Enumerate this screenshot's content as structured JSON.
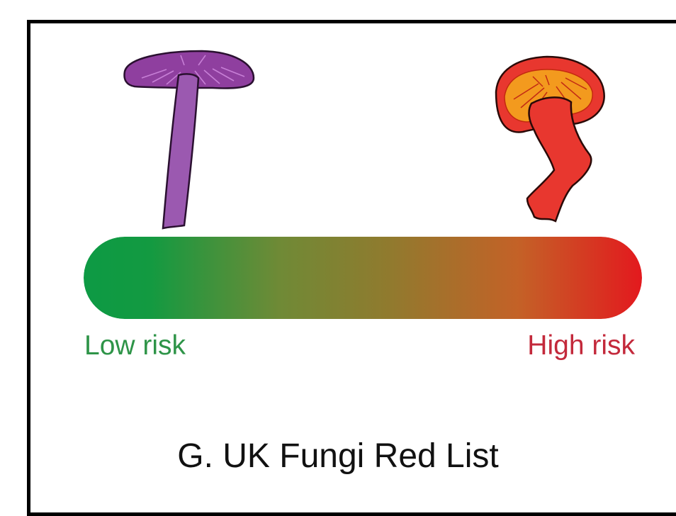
{
  "figure": {
    "title": "G. UK Fungi Red List",
    "scale": {
      "low_label": "Low risk",
      "high_label": "High risk",
      "colors": {
        "low": "#0d9a44",
        "mid": "#8f7f2e",
        "high": "#e3191e"
      }
    },
    "label_colors": {
      "low": "#2e9448",
      "high": "#c3293b"
    },
    "illustrations": {
      "low_risk": {
        "icon": "purple-mushroom-icon",
        "cap_color": "#8f3f9f",
        "stem_color": "#9b59b0"
      },
      "high_risk": {
        "icon": "red-mushroom-icon",
        "cap_color": "#e8372f",
        "gill_color": "#f39a1e",
        "stem_color": "#e8372f"
      }
    }
  }
}
